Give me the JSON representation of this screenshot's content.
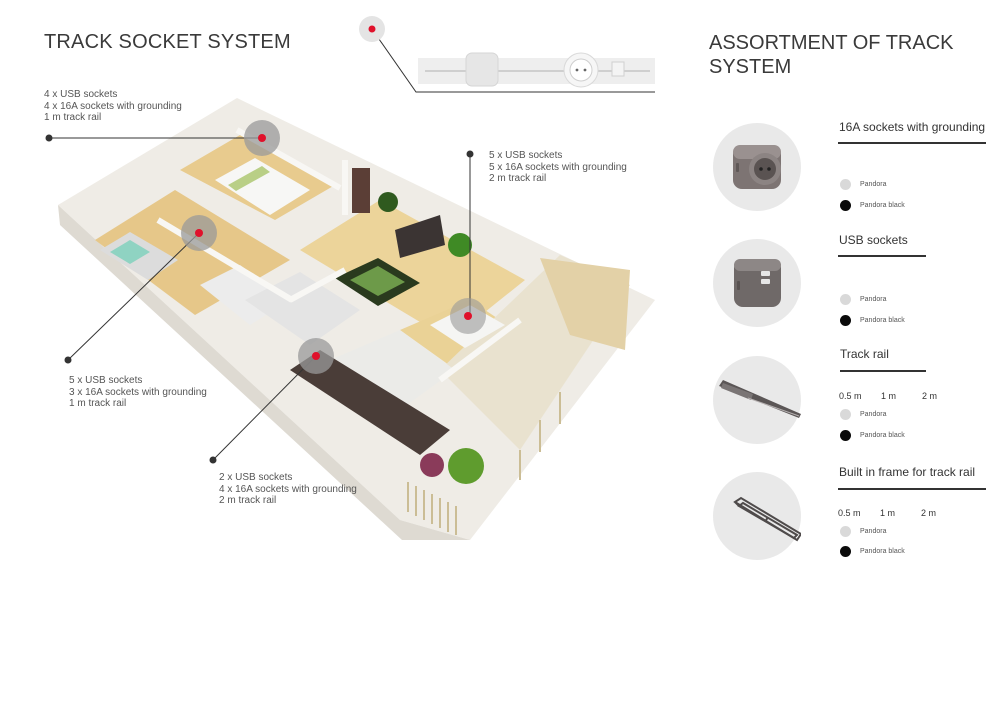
{
  "header": {
    "title": "TRACK SOCKET SYSTEM",
    "side_title": "ASSORTMENT OF TRACK SYSTEM"
  },
  "callouts": [
    {
      "id": "bedroom",
      "lines": [
        "4 x USB sockets",
        "4 x 16A sockets with grounding",
        "1 m track rail"
      ]
    },
    {
      "id": "living-room",
      "lines": [
        "5 x USB sockets",
        "5 x 16A sockets with grounding",
        "2 m track rail"
      ]
    },
    {
      "id": "kids-room",
      "lines": [
        "5 x USB sockets",
        "3 x 16A sockets with grounding",
        "1 m track rail"
      ]
    },
    {
      "id": "kitchen",
      "lines": [
        "2 x USB sockets",
        "4 x 16A sockets with grounding",
        "2 m track rail"
      ]
    }
  ],
  "products": [
    {
      "name": "16A sockets with grounding",
      "icon": "schuko-socket-icon",
      "lengths": [],
      "colors": [
        {
          "label": "Pandora",
          "hex": "#d9d9d9"
        },
        {
          "label": "Pandora black",
          "hex": "#0a0a0a"
        }
      ]
    },
    {
      "name": "USB sockets",
      "icon": "usb-socket-icon",
      "lengths": [],
      "colors": [
        {
          "label": "Pandora",
          "hex": "#d9d9d9"
        },
        {
          "label": "Pandora black",
          "hex": "#0a0a0a"
        }
      ]
    },
    {
      "name": "Track rail",
      "icon": "track-rail-icon",
      "lengths": [
        "0.5 m",
        "1 m",
        "2 m"
      ],
      "colors": [
        {
          "label": "Pandora",
          "hex": "#d9d9d9"
        },
        {
          "label": "Pandora black",
          "hex": "#0a0a0a"
        }
      ]
    },
    {
      "name": "Built in frame for track rail",
      "icon": "rail-frame-icon",
      "lengths": [
        "0.5 m",
        "1 m",
        "2 m"
      ],
      "colors": [
        {
          "label": "Pandora",
          "hex": "#d9d9d9"
        },
        {
          "label": "Pandora black",
          "hex": "#0a0a0a"
        }
      ]
    }
  ],
  "colors": {
    "marker_red": "#e0112b",
    "marker_halo": "#9a9a9a",
    "floor_wood": "#e8c98a",
    "wall_white": "#f3f1ec"
  }
}
